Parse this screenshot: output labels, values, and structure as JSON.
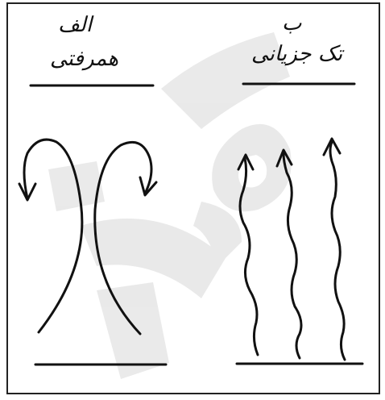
{
  "panels": [
    {
      "letter": "الف",
      "title": "همرفتی"
    },
    {
      "letter": "ب",
      "title": "تک جزیانی"
    }
  ],
  "watermark_text": "ممس",
  "colors": {
    "ink": "#111111",
    "frame": "#222222",
    "watermark": "#e8e8e8"
  }
}
